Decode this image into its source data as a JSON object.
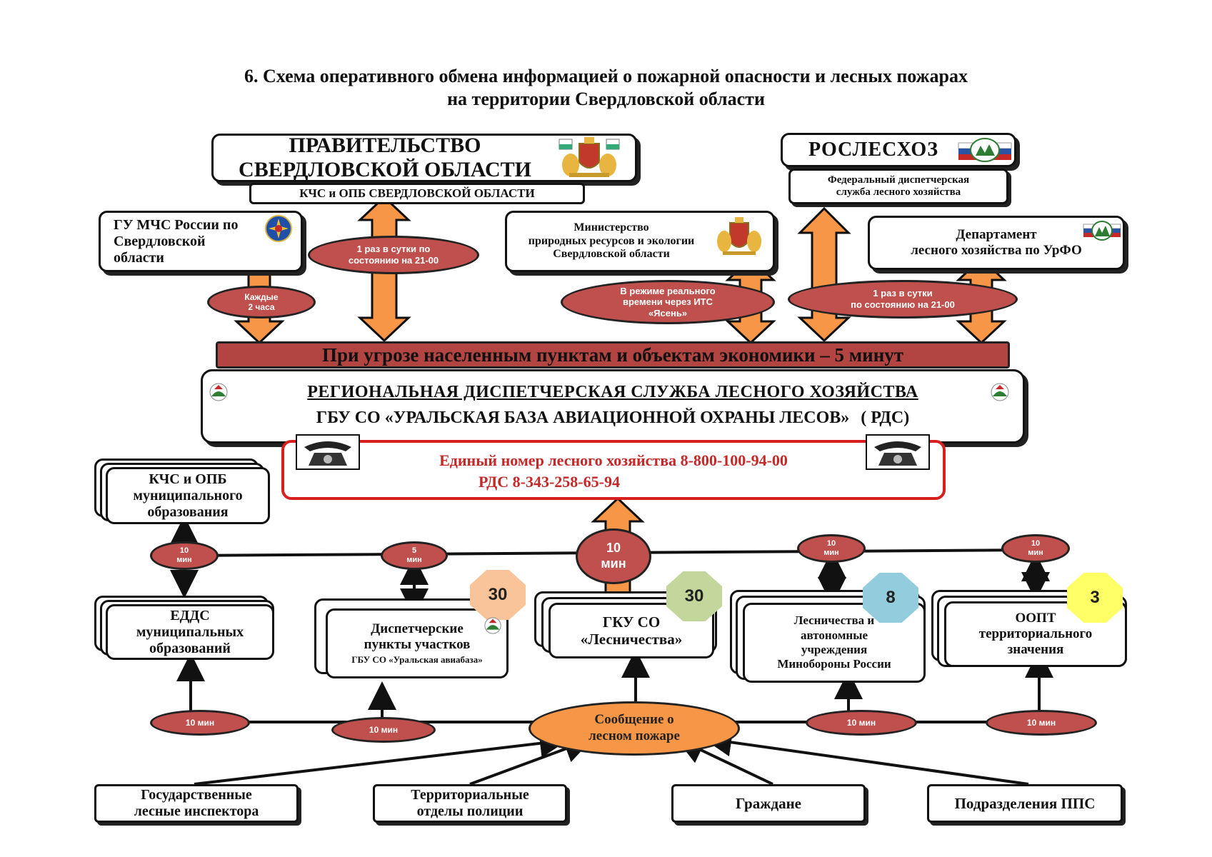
{
  "title": {
    "line1": "6. Схема оперативного обмена информацией о пожарной опасности и лесных пожарах",
    "line2": "на территории Свердловской области"
  },
  "colors": {
    "red": "#c0504d",
    "orange": "#f79646",
    "darkred": "#b24441",
    "phoneBorder": "#d71f1f"
  },
  "nodes": {
    "government": {
      "line1": "ПРАВИТЕЛЬСТВО",
      "line2": "СВЕРДЛОВСКОЙ ОБЛАСТИ"
    },
    "kchs_region": "КЧС и ОПБ СВЕРДЛОВСКОЙ ОБЛАСТИ",
    "roslesxoz": "РОСЛЕСХОЗ",
    "federal_dispatch": {
      "line1": "Федеральный диспетчерская",
      "line2": "служба лесного хозяйства"
    },
    "mchs": {
      "line1": "ГУ МЧС России по",
      "line2": "Свердловской",
      "line3": "области"
    },
    "ministry": {
      "line1": "Министерство",
      "line2": "природных ресурсов и экологии",
      "line3": "Свердловской области"
    },
    "dept_urfo": {
      "line1": "Департамент",
      "line2": "лесного хозяйства по УрФО"
    },
    "threat_bar": "При угрозе населенным пунктам и объектам экономики – 5 минут",
    "rds": {
      "line1": "РЕГИОНАЛЬНАЯ ДИСПЕТЧЕРСКАЯ СЛУЖБА ЛЕСНОГО ХОЗЯЙСТВА",
      "line2": "ГБУ СО «УРАЛЬСКАЯ БАЗА АВИАЦИОННОЙ ОХРАНЫ ЛЕСОВ»",
      "line2b": "( РДС)"
    },
    "phones": {
      "line1": "Единый номер лесного хозяйства 8-800-100-94-00",
      "line2": "РДС 8-343-258-65-94"
    },
    "kchs_muni": {
      "line1": "КЧС и ОПБ",
      "line2": "муниципального",
      "line3": "образования"
    },
    "edds": {
      "line1": "ЕДДС",
      "line2": "муниципальных",
      "line3": "образований"
    },
    "dispatch_points": {
      "line1": "Диспетчерские",
      "line2": "пункты  участков",
      "line3": "ГБУ СО «Уральская авиабаза»"
    },
    "gku": {
      "line1": "ГКУ СО",
      "line2": "«Лесничества»"
    },
    "forestries": {
      "line1": "Лесничества и",
      "line2": "автономные",
      "line3": "учреждения",
      "line4": "Минобороны России"
    },
    "oopt": {
      "line1": "ООПТ",
      "line2": "территориального",
      "line3": "значения"
    },
    "report": {
      "line1": "Сообщение о",
      "line2": "лесном пожаре"
    },
    "inspectors": {
      "line1": "Государственные",
      "line2": "лесные инспектора"
    },
    "police": {
      "line1": "Территориальные",
      "line2": "отделы полиции"
    },
    "citizens": "Граждане",
    "pps": "Подразделения ППС"
  },
  "labels": {
    "gov_daily": {
      "line1": "1 раз в сутки по",
      "line2": "состоянию на 21-00"
    },
    "mchs_2h": {
      "line1": "Каждые",
      "line2": "2 часа"
    },
    "realtime": {
      "line1": "В режиме реального",
      "line2": "времени через ИТС",
      "line3": "«Ясень»"
    },
    "fed_daily": {
      "line1": "1 раз в сутки",
      "line2": "по состоянию на 21-00"
    },
    "l10_big": {
      "line1": "10",
      "line2": "мин"
    },
    "l10_left": {
      "line1": "10",
      "line2": "мин"
    },
    "l5": {
      "line1": "5",
      "line2": "мин"
    },
    "l10_r1": {
      "line1": "10",
      "line2": "мин"
    },
    "l10_r2": {
      "line1": "10",
      "line2": "мин"
    },
    "b1": "10 мин",
    "b2": "10 мин",
    "b3": "10 мин",
    "b4": "10 мин"
  },
  "counts": {
    "dispatch_points": {
      "value": "30",
      "color": "#f9c49a"
    },
    "gku": {
      "value": "30",
      "color": "#c3d69b"
    },
    "forestries": {
      "value": "8",
      "color": "#93cddd"
    },
    "oopt": {
      "value": "3",
      "color": "#ffff66"
    }
  }
}
